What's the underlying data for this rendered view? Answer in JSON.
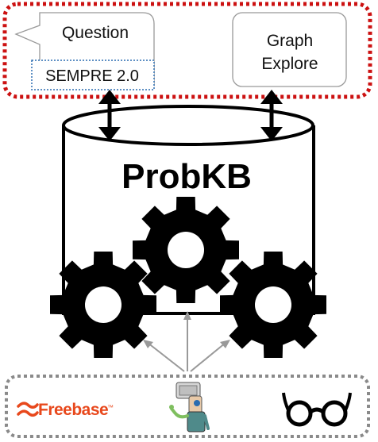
{
  "interfaces": {
    "question_label": "Question",
    "sempre_label": "SEMPRE 2.0",
    "graph_explore_label": "Graph Explore"
  },
  "core": {
    "title": "ProbKB"
  },
  "sources": {
    "freebase_label": "Freebase",
    "freebase_tm": "™",
    "icons": [
      "freebase-logo-icon",
      "robot-icon",
      "glasses-icon"
    ]
  },
  "colors": {
    "interface_border": "#cc1111",
    "sources_border": "#8a8a8a",
    "sempre_border": "#2a6cb0",
    "freebase": "#e8481c",
    "gear": "#000000",
    "arrow": "#999999"
  }
}
